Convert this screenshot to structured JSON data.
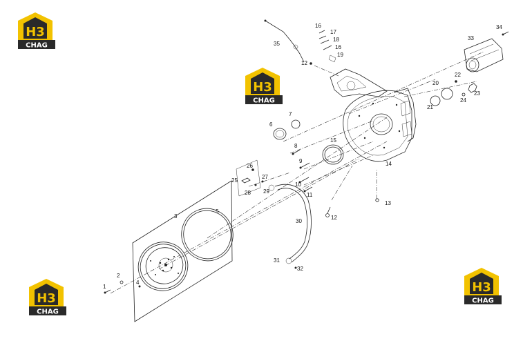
{
  "logo": {
    "mark": "H3",
    "brand": "CHAG",
    "colors": {
      "house": "#f2c200",
      "dark": "#2a2a2a",
      "mark_text": "#f2c200",
      "brand_text": "#ffffff"
    }
  },
  "callouts": {
    "c1": "1",
    "c2": "2",
    "c3": "3",
    "c4": "4",
    "c5": "5",
    "c6": "6",
    "c7": "7",
    "c8": "8",
    "c9": "9",
    "c10": "10",
    "c11": "11",
    "c12a": "12",
    "c12b": "12",
    "c13": "13",
    "c14": "14",
    "c15": "15",
    "c16a": "16",
    "c16b": "16",
    "c17": "17",
    "c18": "18",
    "c19": "19",
    "c20": "20",
    "c21": "21",
    "c22": "22",
    "c23": "23",
    "c24": "24",
    "c25": "25",
    "c26": "26",
    "c27": "27",
    "c28": "28",
    "c29": "29",
    "c30": "30",
    "c31": "31",
    "c32": "32",
    "c33": "33",
    "c34": "34",
    "c35": "35"
  }
}
